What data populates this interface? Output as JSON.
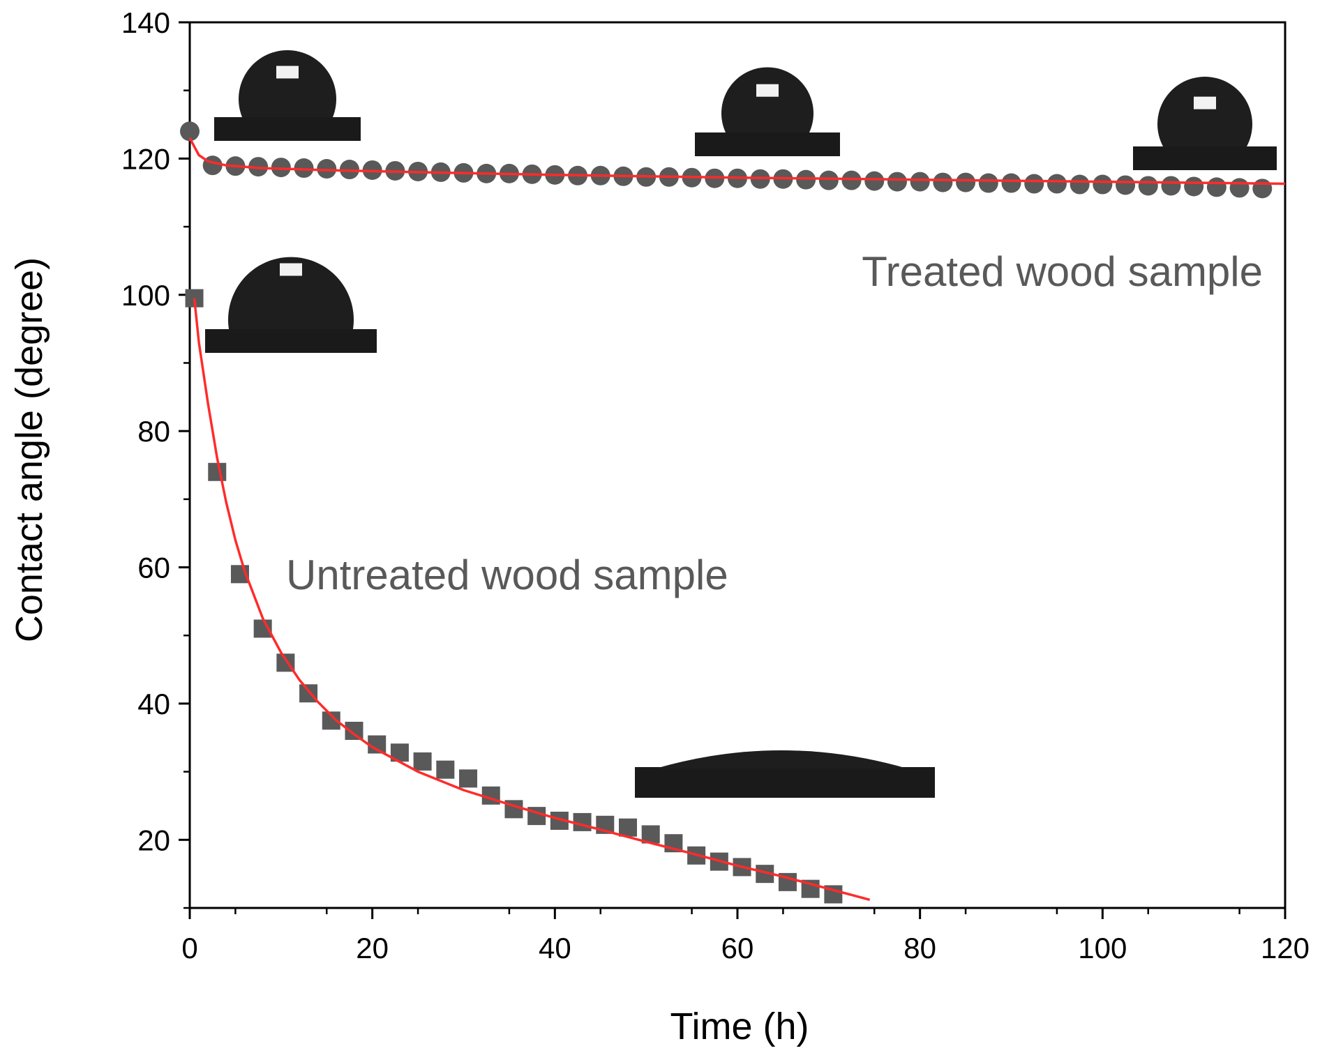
{
  "chart_data": {
    "type": "scatter",
    "title": "",
    "xlabel": "Time (h)",
    "ylabel": "Contact angle (degree)",
    "xlim": [
      0,
      120
    ],
    "ylim": [
      10,
      140
    ],
    "xticks": [
      0,
      20,
      40,
      60,
      80,
      100,
      120
    ],
    "yticks": [
      20,
      40,
      60,
      80,
      100,
      120,
      140
    ],
    "grid": false,
    "legend": "none",
    "annotations": [
      "Treated wood sample",
      "Untreated wood sample"
    ],
    "series": [
      {
        "marker": "circle",
        "color": "#595959",
        "points": [
          [
            0,
            124
          ],
          [
            2.5,
            119
          ],
          [
            5,
            118.9
          ],
          [
            7.5,
            118.8
          ],
          [
            10,
            118.7
          ],
          [
            12.5,
            118.6
          ],
          [
            15,
            118.5
          ],
          [
            17.5,
            118.4
          ],
          [
            20,
            118.3
          ],
          [
            22.5,
            118.2
          ],
          [
            25,
            118.1
          ],
          [
            27.5,
            118.0
          ],
          [
            30,
            117.9
          ],
          [
            32.5,
            117.8
          ],
          [
            35,
            117.8
          ],
          [
            37.5,
            117.7
          ],
          [
            40,
            117.6
          ],
          [
            42.5,
            117.5
          ],
          [
            45,
            117.5
          ],
          [
            47.5,
            117.4
          ],
          [
            50,
            117.3
          ],
          [
            52.5,
            117.3
          ],
          [
            55,
            117.2
          ],
          [
            57.5,
            117.1
          ],
          [
            60,
            117.1
          ],
          [
            62.5,
            117.0
          ],
          [
            65,
            117.0
          ],
          [
            67.5,
            116.9
          ],
          [
            70,
            116.8
          ],
          [
            72.5,
            116.8
          ],
          [
            75,
            116.7
          ],
          [
            77.5,
            116.6
          ],
          [
            80,
            116.6
          ],
          [
            82.5,
            116.5
          ],
          [
            85,
            116.5
          ],
          [
            87.5,
            116.4
          ],
          [
            90,
            116.4
          ],
          [
            92.5,
            116.3
          ],
          [
            95,
            116.3
          ],
          [
            97.5,
            116.2
          ],
          [
            100,
            116.2
          ],
          [
            102.5,
            116.1
          ],
          [
            105,
            116.0
          ],
          [
            107.5,
            116.0
          ],
          [
            110,
            115.9
          ],
          [
            112.5,
            115.8
          ],
          [
            115,
            115.7
          ],
          [
            117.5,
            115.6
          ]
        ]
      },
      {
        "marker": "square",
        "color": "#595959",
        "points": [
          [
            0.5,
            99.5
          ],
          [
            3,
            74
          ],
          [
            5.5,
            59
          ],
          [
            8,
            51
          ],
          [
            10.5,
            46
          ],
          [
            13,
            41.5
          ],
          [
            15.5,
            37.5
          ],
          [
            18,
            36
          ],
          [
            20.5,
            34
          ],
          [
            23,
            32.8
          ],
          [
            25.5,
            31.5
          ],
          [
            28,
            30.3
          ],
          [
            30.5,
            29
          ],
          [
            33,
            26.5
          ],
          [
            35.5,
            24.5
          ],
          [
            38,
            23.5
          ],
          [
            40.5,
            22.8
          ],
          [
            43,
            22.6
          ],
          [
            45.5,
            22.2
          ],
          [
            48,
            21.8
          ],
          [
            50.5,
            20.8
          ],
          [
            53,
            19.5
          ],
          [
            55.5,
            17.7
          ],
          [
            58,
            16.8
          ],
          [
            60.5,
            16
          ],
          [
            63,
            15
          ],
          [
            65.5,
            13.8
          ],
          [
            68,
            12.8
          ],
          [
            70.5,
            12
          ]
        ]
      }
    ],
    "fit_color": "#ff2b2b",
    "fits": [
      {
        "points": [
          [
            0,
            123
          ],
          [
            1,
            120.5
          ],
          [
            2,
            119.6
          ],
          [
            4,
            119.0
          ],
          [
            8,
            118.6
          ],
          [
            15,
            118.3
          ],
          [
            25,
            118.0
          ],
          [
            40,
            117.6
          ],
          [
            60,
            117.2
          ],
          [
            80,
            116.9
          ],
          [
            100,
            116.6
          ],
          [
            120,
            116.3
          ]
        ]
      },
      {
        "points": [
          [
            0.5,
            99.5
          ],
          [
            1,
            93
          ],
          [
            2,
            84
          ],
          [
            3,
            76
          ],
          [
            4,
            69.5
          ],
          [
            5,
            64
          ],
          [
            6,
            59.5
          ],
          [
            8,
            52.5
          ],
          [
            10,
            47.5
          ],
          [
            12,
            43.5
          ],
          [
            14,
            40.3
          ],
          [
            16,
            37.6
          ],
          [
            18,
            35.5
          ],
          [
            20,
            33.6
          ],
          [
            25,
            30
          ],
          [
            30,
            27.3
          ],
          [
            35,
            25.2
          ],
          [
            40,
            23.2
          ],
          [
            45,
            21.5
          ],
          [
            50,
            19.7
          ],
          [
            55,
            18
          ],
          [
            60,
            16.2
          ],
          [
            65,
            14.6
          ],
          [
            70,
            12.8
          ],
          [
            74.5,
            11.2
          ]
        ]
      }
    ],
    "inset_images": [
      {
        "depicts": "water-droplet-photo"
      },
      {
        "depicts": "water-droplet-photo"
      },
      {
        "depicts": "water-droplet-photo"
      },
      {
        "depicts": "water-droplet-photo"
      },
      {
        "depicts": "spread-droplet-photo"
      }
    ]
  }
}
